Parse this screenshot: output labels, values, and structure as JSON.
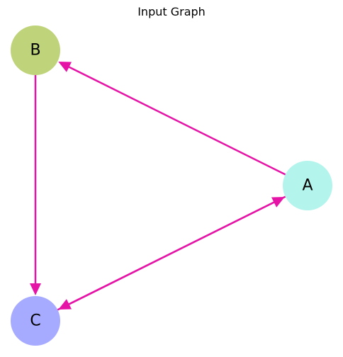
{
  "title": "Input Graph",
  "edge_color": "#e614a6",
  "nodes": [
    {
      "id": "A",
      "label": "A",
      "color": "#b3f4ec"
    },
    {
      "id": "B",
      "label": "B",
      "color": "#bfd47a"
    },
    {
      "id": "C",
      "label": "C",
      "color": "#a7abff"
    }
  ],
  "edges": [
    {
      "source": "A",
      "target": "B"
    },
    {
      "source": "B",
      "target": "C"
    },
    {
      "source": "A",
      "target": "C"
    },
    {
      "source": "C",
      "target": "A"
    }
  ]
}
